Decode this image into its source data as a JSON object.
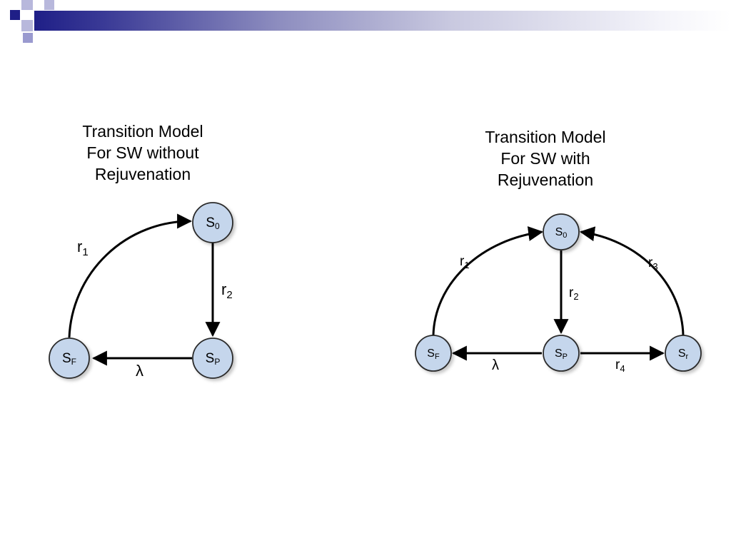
{
  "slide": {
    "colors": {
      "bar_dark": "#1f1f87",
      "bar_light": "#f4f4fa",
      "node_fill": "#c5d6ec",
      "node_stroke": "#2b2b2b",
      "arrow": "#000000"
    }
  },
  "left_model": {
    "title_line1": "Transition Model",
    "title_line2": "For SW without",
    "title_line3": "Rejuvenation",
    "nodes": {
      "s0": {
        "main": "S",
        "sub": "0"
      },
      "sp": {
        "main": "S",
        "sub": "P"
      },
      "sf": {
        "main": "S",
        "sub": "F"
      }
    },
    "edges": {
      "r1": {
        "main": "r",
        "sub": "1"
      },
      "r2": {
        "main": "r",
        "sub": "2"
      },
      "lambda": {
        "main": "λ"
      }
    }
  },
  "right_model": {
    "title_line1": "Transition Model",
    "title_line2": "For SW with",
    "title_line3": "Rejuvenation",
    "nodes": {
      "s0": {
        "main": "S",
        "sub": "0"
      },
      "sp": {
        "main": "S",
        "sub": "P"
      },
      "sf": {
        "main": "S",
        "sub": "F"
      },
      "sr": {
        "main": "S",
        "sub": "r"
      }
    },
    "edges": {
      "r1": {
        "main": "r",
        "sub": "1"
      },
      "r2": {
        "main": "r",
        "sub": "2"
      },
      "r3": {
        "main": "r",
        "sub": "3"
      },
      "r4": {
        "main": "r",
        "sub": "4"
      },
      "lambda": {
        "main": "λ"
      }
    }
  }
}
